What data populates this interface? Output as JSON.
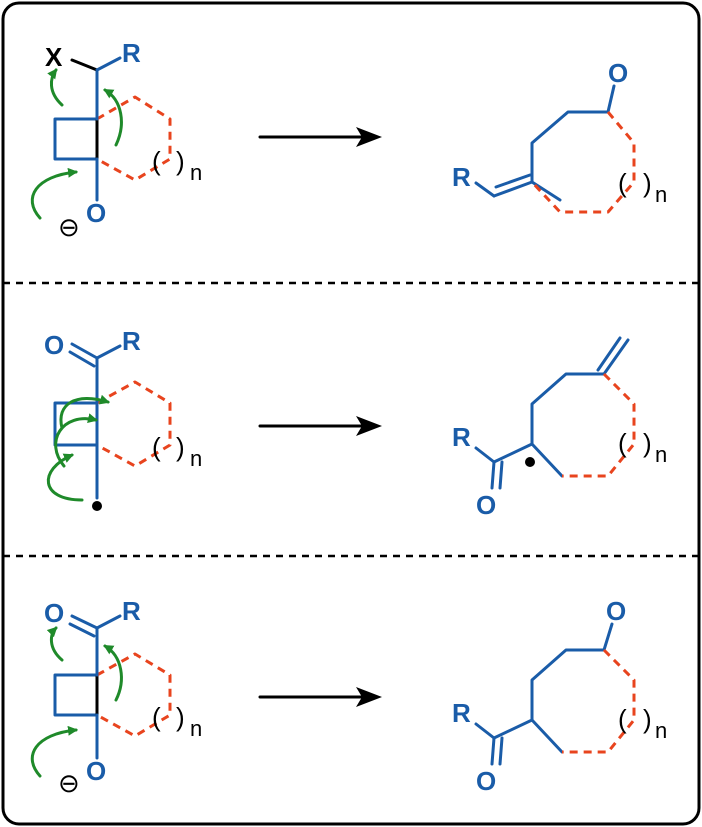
{
  "colors": {
    "blue": "#1a5ca8",
    "red_dashed": "#e8441e",
    "green_arrow": "#1f8a2a",
    "black": "#000000"
  },
  "panels": [
    {
      "reactant": {
        "x_label": "X",
        "r_label": "R",
        "o_label": "O",
        "charge": "⊖",
        "paren_open": "(",
        "paren_close": ")",
        "n_label": "n"
      },
      "product": {
        "r_label": "R",
        "o_label": "O",
        "paren_open": "(",
        "paren_close": ")",
        "n_label": "n"
      }
    },
    {
      "reactant": {
        "o_label": "O",
        "r_label": "R",
        "paren_open": "(",
        "paren_close": ")",
        "n_label": "n"
      },
      "product": {
        "r_label": "R",
        "o_label": "O",
        "paren_open": "(",
        "paren_close": ")",
        "n_label": "n"
      }
    },
    {
      "reactant": {
        "o_label": "O",
        "r_label": "R",
        "o2_label": "O",
        "charge": "⊖",
        "paren_open": "(",
        "paren_close": ")",
        "n_label": "n"
      },
      "product": {
        "r_label": "R",
        "o_label": "O",
        "o2_label": "O",
        "paren_open": "(",
        "paren_close": ")",
        "n_label": "n"
      }
    }
  ]
}
